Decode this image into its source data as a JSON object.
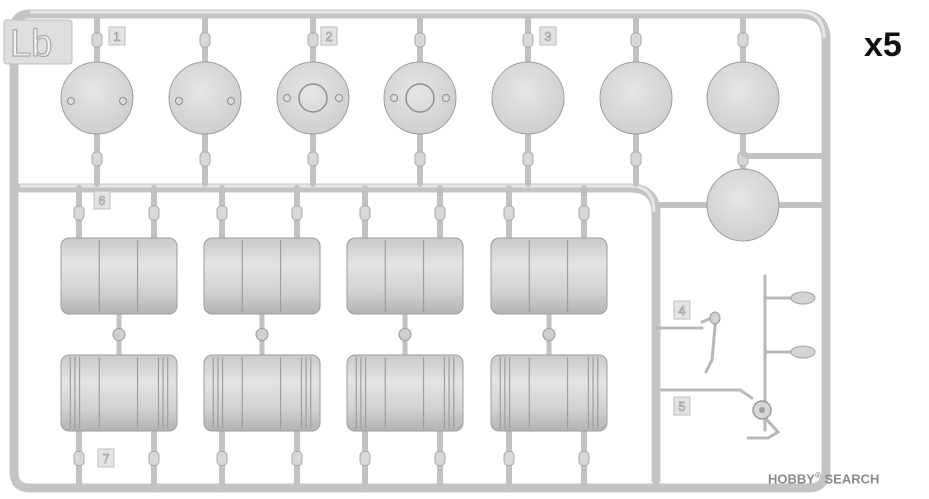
{
  "frame_code": "Lb",
  "quantity_label": "x5",
  "part_numbers": [
    "1",
    "2",
    "3",
    "4",
    "5",
    "6",
    "7"
  ],
  "watermark": {
    "brand": "HOBBY",
    "suffix": "SEARCH"
  },
  "colors": {
    "plastic": "#d9d9d9",
    "plastic_edge": "#9d9d9d",
    "background": "#ffffff"
  },
  "counts": {
    "lids_top_row": 7,
    "drums_per_row": 4,
    "drum_rows": 2
  }
}
